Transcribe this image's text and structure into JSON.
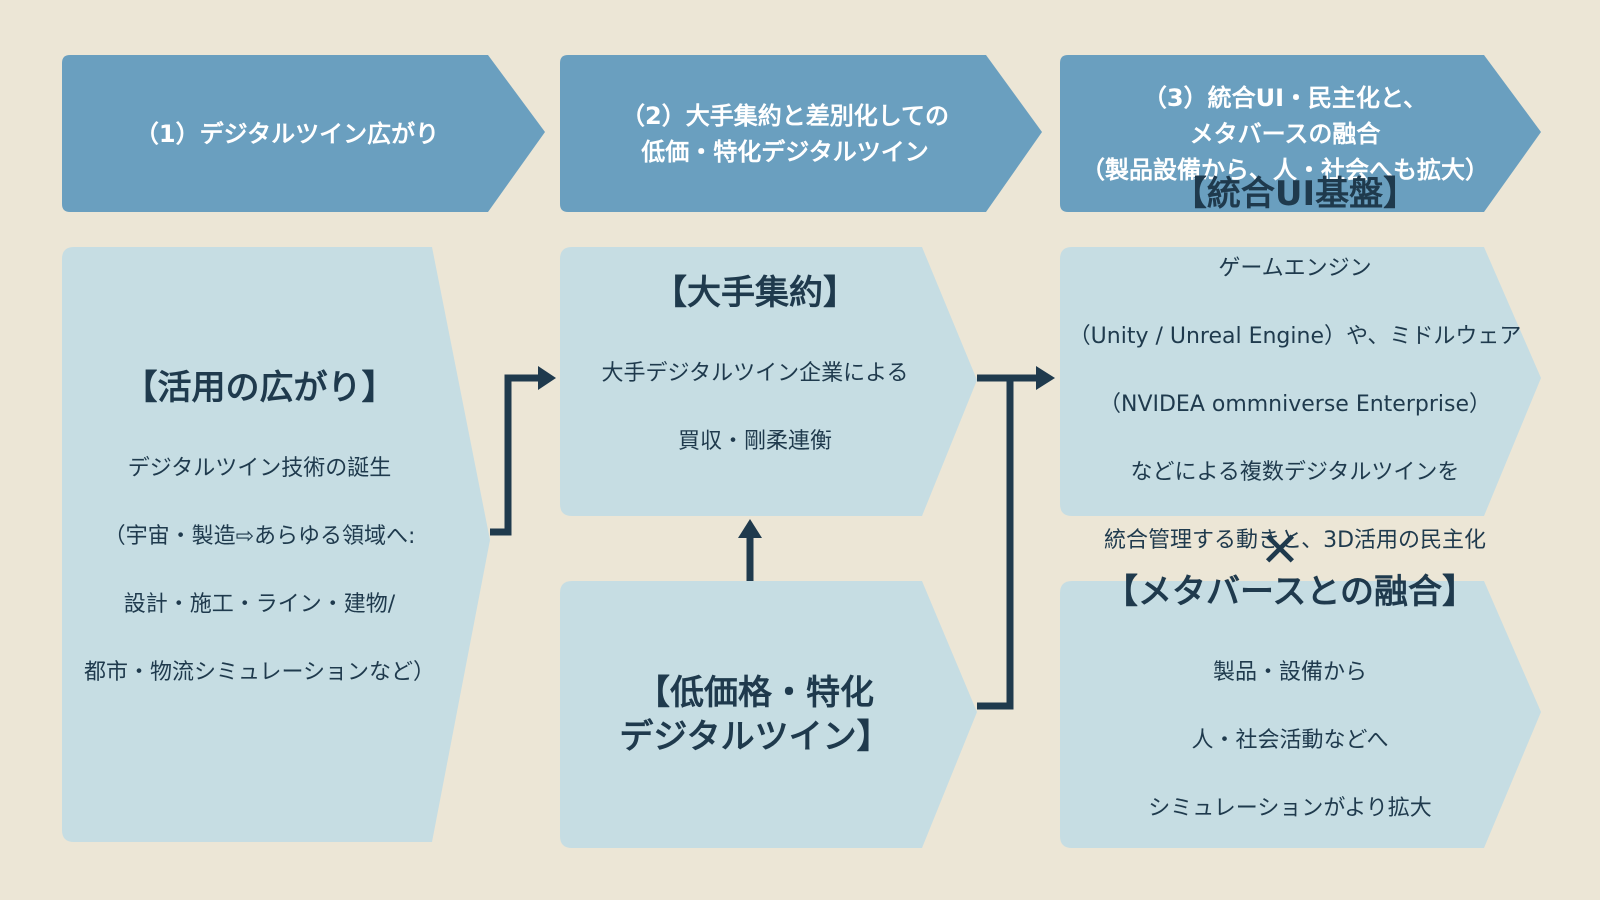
{
  "colors": {
    "background": "#ece6d6",
    "header_fill": "#6a9fbf",
    "box_fill": "#c6dde3",
    "connector": "#1f3a4d",
    "text_dark": "#1f3a4d",
    "text_light": "#ffffff"
  },
  "headers": [
    {
      "lines": [
        "（1）デジタルツイン広がり"
      ]
    },
    {
      "lines": [
        "（2）大手集約と差別化しての",
        "低価・特化デジタルツイン"
      ]
    },
    {
      "lines": [
        "（3）統合UI・民主化と、",
        "メタバースの融合",
        "（製品設備から、人・社会へも拡大）"
      ]
    }
  ],
  "boxes": {
    "spread": {
      "title": "【活用の広がり】",
      "body": [
        "デジタルツイン技術の誕生",
        "（宇宙・製造⇨あらゆる領域へ:",
        "設計・施工・ライン・建物/",
        "都市・物流シミュレーションなど）"
      ]
    },
    "consolidation": {
      "title": "【大手集約】",
      "body": [
        "大手デジタルツイン企業による",
        "買収・剛柔連衡"
      ]
    },
    "lowcost": {
      "title": "【低価格・特化\nデジタルツイン】",
      "body": []
    },
    "integrated": {
      "title": "【統合UI基盤】",
      "body": [
        "ゲームエンジン",
        "（Unity / Unreal Engine）や、ミドルウェア",
        "（NVIDEA ommniverse Enterprise）",
        "などによる複数デジタルツインを",
        "統合管理する動きと、3D活用の民主化"
      ]
    },
    "metaverse": {
      "title": "【メタバースとの融合】",
      "body": [
        "製品・設備から",
        "人・社会活動などへ",
        "シミュレーションがより拡大"
      ]
    }
  },
  "cross_symbol": "✕"
}
